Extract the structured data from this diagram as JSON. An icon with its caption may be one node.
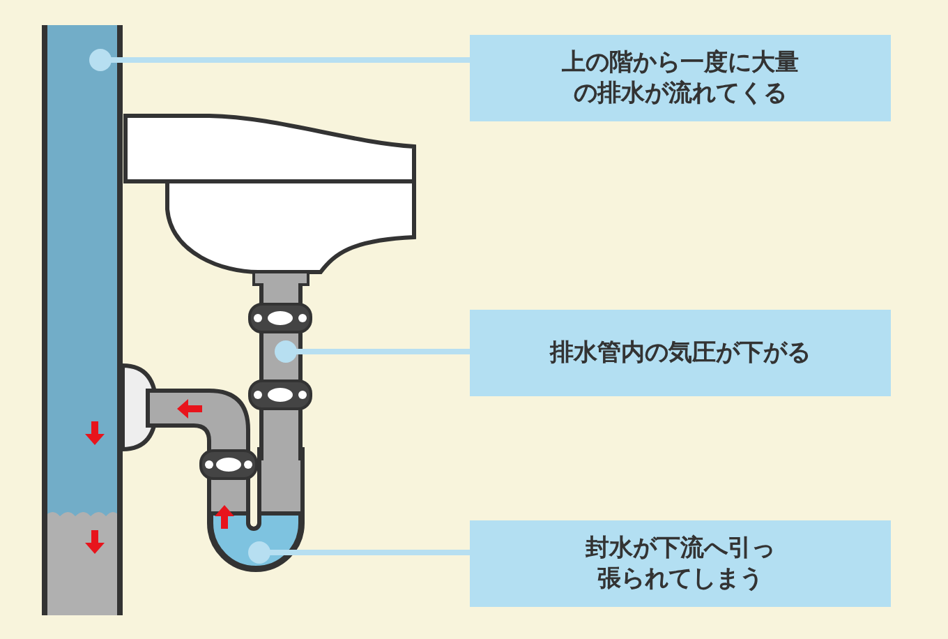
{
  "diagram": {
    "nodes": [
      {
        "text": [
          "上の階から一度に大量の排水が流れてくる"
        ]
      },
      {
        "text": [
          "排水管内の気圧が下がる"
        ]
      },
      {
        "text": [
          "封水が下流へ引っ張られてしまう"
        ]
      },
      {
        "text": [],
        "shape": "pipe"
      },
      {
        "text": [],
        "shape": "pipe"
      },
      {
        "text": [],
        "shape": "picture"
      }
    ],
    "edges": [
      {
        "from": 0,
        "to": 3,
        "arrow": "other"
      },
      {
        "from": 1,
        "to": 4,
        "arrow": "other"
      },
      {
        "from": 2,
        "to": 5,
        "arrow": "other"
      }
    ]
  }
}
